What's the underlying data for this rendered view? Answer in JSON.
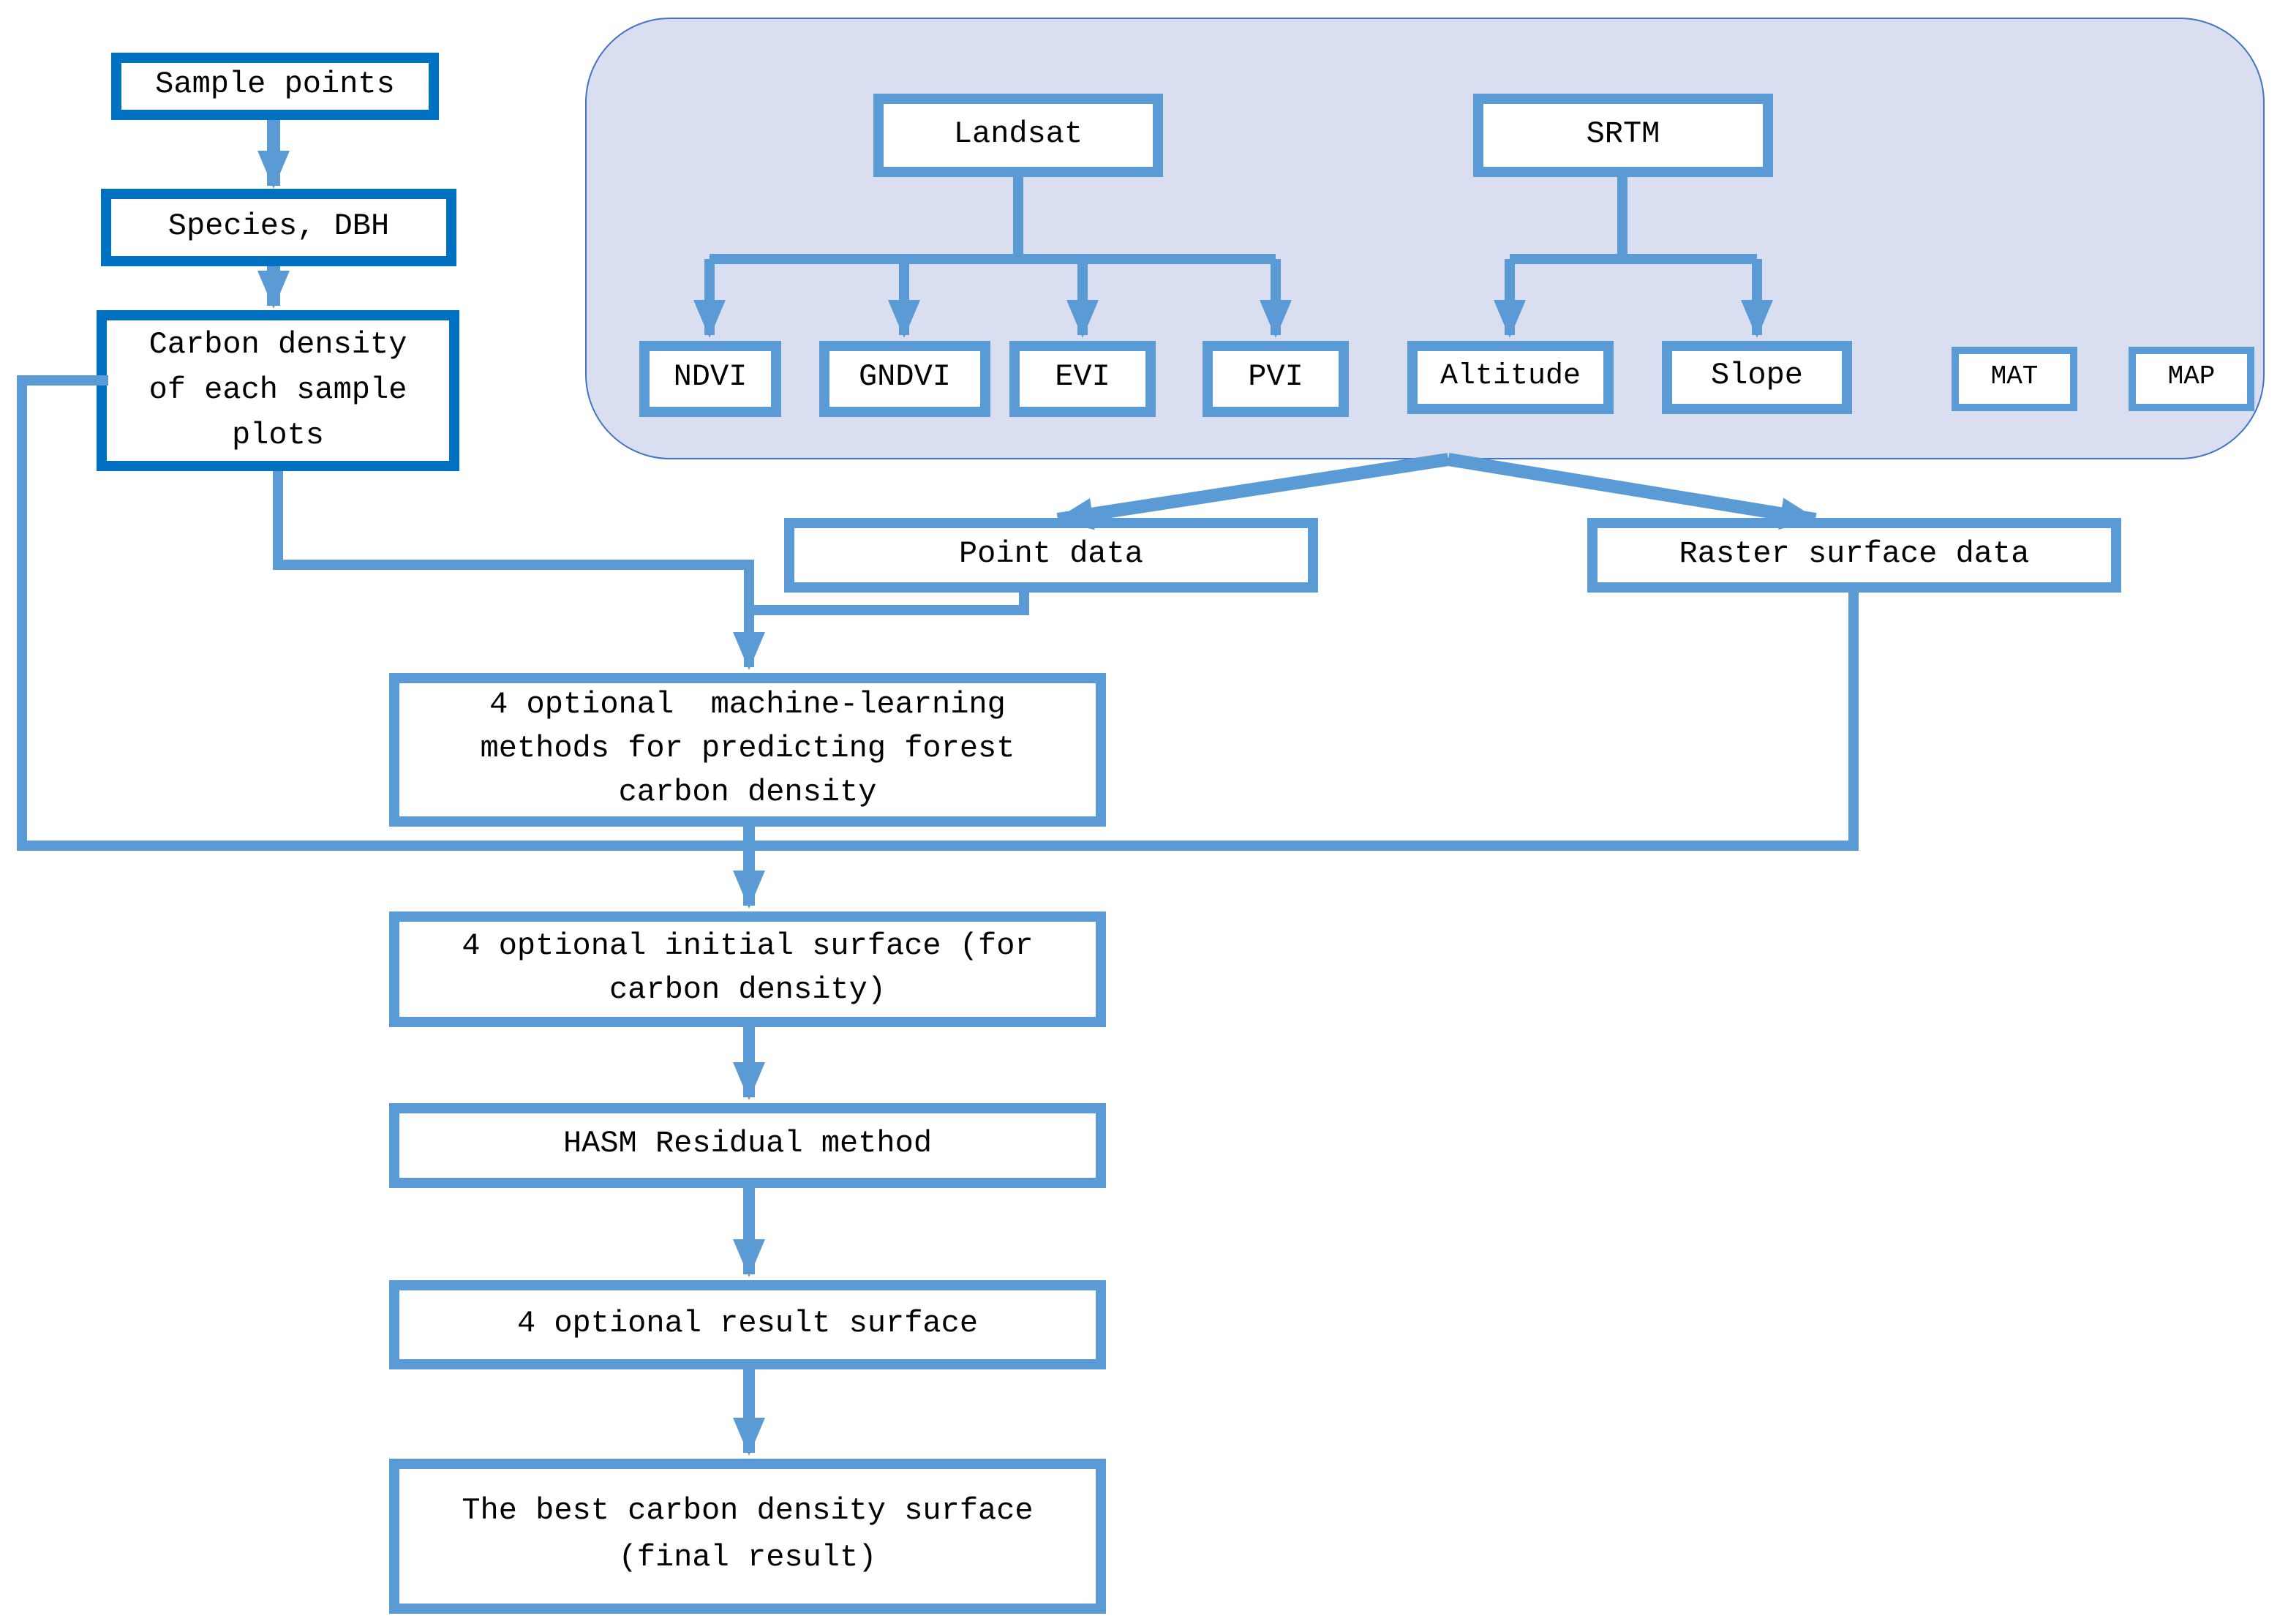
{
  "colors": {
    "box_border_dark": "#0070C0",
    "box_border": "#5B9BD5",
    "connector": "#5B9BD5",
    "panel_fill": "#D9DFF1",
    "panel_border": "#4472C4",
    "box_fill": "#FFFFFF",
    "text": "#000000"
  },
  "nodes": {
    "sample": {
      "label": "Sample points"
    },
    "species": {
      "label": "Species, DBH"
    },
    "carbon": {
      "label": "Carbon density of each sample plots",
      "lines": [
        "Carbon density",
        "of each sample",
        "plots"
      ]
    },
    "landsat": {
      "label": "Landsat"
    },
    "srtm": {
      "label": "SRTM"
    },
    "ndvi": {
      "label": "NDVI"
    },
    "gndvi": {
      "label": "GNDVI"
    },
    "evi": {
      "label": "EVI"
    },
    "pvi": {
      "label": "PVI"
    },
    "altitude": {
      "label": "Altitude"
    },
    "slope": {
      "label": "Slope"
    },
    "mat": {
      "label": "MAT"
    },
    "map": {
      "label": "MAP"
    },
    "point_data": {
      "label": "Point data"
    },
    "raster_data": {
      "label": "Raster surface data"
    },
    "ml_methods": {
      "label": "4 optional machine-learning methods for predicting forest carbon density",
      "lines": [
        "4 optional  machine-learning",
        "methods for predicting forest",
        "carbon density"
      ]
    },
    "initial_surface": {
      "label": "4 optional initial surface (for carbon density)",
      "lines": [
        "4 optional initial surface (for",
        "carbon density)"
      ]
    },
    "hasm": {
      "label": "HASM Residual method"
    },
    "result_surface": {
      "label": "4 optional result surface"
    },
    "final_surface": {
      "label": "The best carbon density surface (final result)",
      "lines": [
        "The best carbon density surface",
        "(final result)"
      ]
    }
  },
  "edges": [
    [
      "sample",
      "species"
    ],
    [
      "species",
      "carbon"
    ],
    [
      "landsat",
      "ndvi"
    ],
    [
      "landsat",
      "gndvi"
    ],
    [
      "landsat",
      "evi"
    ],
    [
      "landsat",
      "pvi"
    ],
    [
      "srtm",
      "altitude"
    ],
    [
      "srtm",
      "slope"
    ],
    [
      "data_panel",
      "point_data"
    ],
    [
      "data_panel",
      "raster_data"
    ],
    [
      "carbon",
      "ml_methods"
    ],
    [
      "point_data",
      "ml_methods"
    ],
    [
      "ml_methods",
      "initial_surface"
    ],
    [
      "carbon",
      "initial_surface"
    ],
    [
      "raster_data",
      "initial_surface"
    ],
    [
      "initial_surface",
      "hasm"
    ],
    [
      "hasm",
      "result_surface"
    ],
    [
      "result_surface",
      "final_surface"
    ]
  ]
}
